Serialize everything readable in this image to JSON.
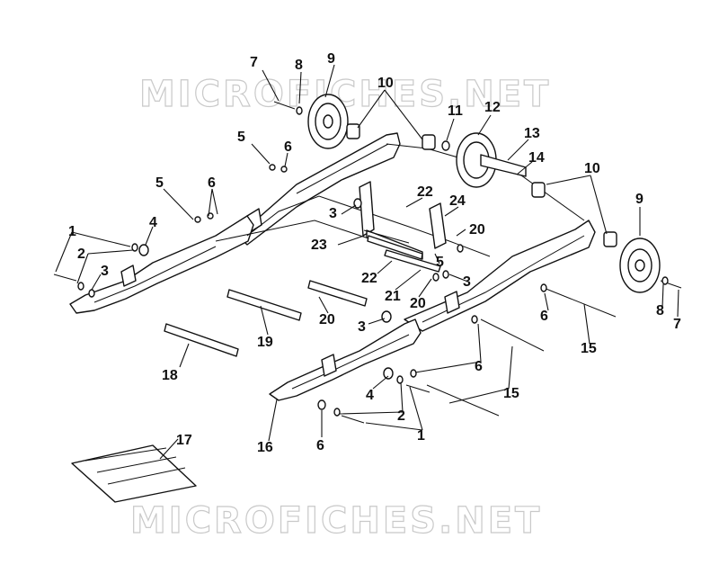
{
  "watermark": {
    "top": "MICROFICHES.NET",
    "bottom": "MICROFICHES.NET"
  },
  "callouts": [
    {
      "id": "c7a",
      "label": "7"
    },
    {
      "id": "c8a",
      "label": "8"
    },
    {
      "id": "c9a",
      "label": "9"
    },
    {
      "id": "c10a",
      "label": "10"
    },
    {
      "id": "c11",
      "label": "11"
    },
    {
      "id": "c12",
      "label": "12"
    },
    {
      "id": "c13",
      "label": "13"
    },
    {
      "id": "c14",
      "label": "14"
    },
    {
      "id": "c10b",
      "label": "10"
    },
    {
      "id": "c5a",
      "label": "5"
    },
    {
      "id": "c6a",
      "label": "6"
    },
    {
      "id": "c5b",
      "label": "5"
    },
    {
      "id": "c6b",
      "label": "6"
    },
    {
      "id": "c22a",
      "label": "22"
    },
    {
      "id": "c24",
      "label": "24"
    },
    {
      "id": "c3a",
      "label": "3"
    },
    {
      "id": "c20a",
      "label": "20"
    },
    {
      "id": "c9b",
      "label": "9"
    },
    {
      "id": "c1a",
      "label": "1"
    },
    {
      "id": "c4a",
      "label": "4"
    },
    {
      "id": "c2a",
      "label": "2"
    },
    {
      "id": "c3b",
      "label": "3"
    },
    {
      "id": "c23",
      "label": "23"
    },
    {
      "id": "c5c",
      "label": "5"
    },
    {
      "id": "c22b",
      "label": "22"
    },
    {
      "id": "c3c",
      "label": "3"
    },
    {
      "id": "c21",
      "label": "21"
    },
    {
      "id": "c20b",
      "label": "20"
    },
    {
      "id": "c20c",
      "label": "20"
    },
    {
      "id": "c3d",
      "label": "3"
    },
    {
      "id": "c6c",
      "label": "6"
    },
    {
      "id": "c8b",
      "label": "8"
    },
    {
      "id": "c7b",
      "label": "7"
    },
    {
      "id": "c19",
      "label": "19"
    },
    {
      "id": "c15a",
      "label": "15"
    },
    {
      "id": "c18",
      "label": "18"
    },
    {
      "id": "c6d",
      "label": "6"
    },
    {
      "id": "c4b",
      "label": "4"
    },
    {
      "id": "c15b",
      "label": "15"
    },
    {
      "id": "c2b",
      "label": "2"
    },
    {
      "id": "c1b",
      "label": "1"
    },
    {
      "id": "c6e",
      "label": "6"
    },
    {
      "id": "c16",
      "label": "16"
    },
    {
      "id": "c17",
      "label": "17"
    }
  ]
}
